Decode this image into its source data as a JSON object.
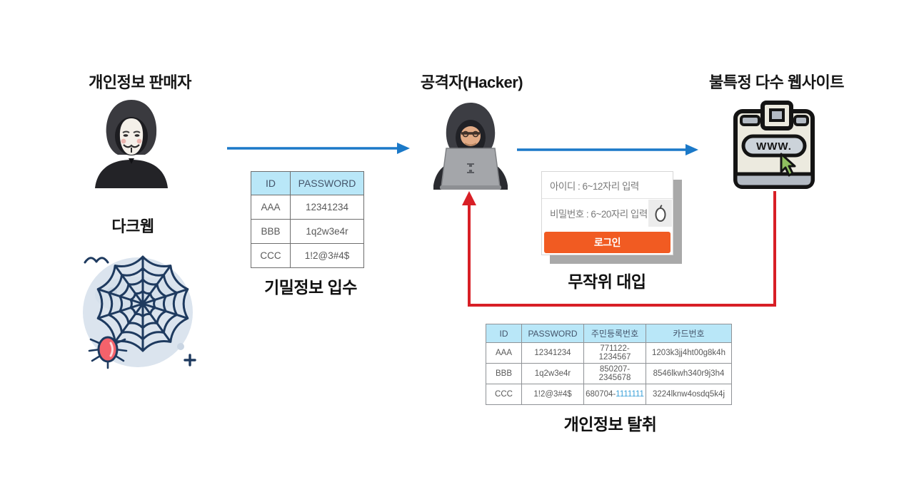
{
  "titles": {
    "seller": "개인정보 판매자",
    "darkweb": "다크웹",
    "attacker": "공격자(Hacker)",
    "websites": "불특정 다수 웹사이트"
  },
  "captions": {
    "credentials": "기밀정보 입수",
    "bruteforce": "무작위 대입",
    "stolen": "개인정보 탈취"
  },
  "www_label": "WWW.",
  "credentials_table": {
    "headers": [
      "ID",
      "PASSWORD"
    ],
    "rows": [
      [
        "AAA",
        "12341234"
      ],
      [
        "BBB",
        "1q2w3e4r"
      ],
      [
        "CCC",
        "1!2@3#4$"
      ]
    ]
  },
  "login_form": {
    "id_placeholder": "아이디 : 6~12자리 입력",
    "password_placeholder": "비밀번호 : 6~20자리 입력",
    "login_label": "로그인"
  },
  "stolen_table": {
    "headers": [
      "ID",
      "PASSWORD",
      "주민등록번호",
      "카드번호"
    ],
    "rows": [
      {
        "id": "AAA",
        "password": "12341234",
        "jumin": "771122-1234567",
        "jumin_blue": "",
        "card": "1203k3jj4ht00g8k4h"
      },
      {
        "id": "BBB",
        "password": "1q2w3e4r",
        "jumin": "850207-2345678",
        "jumin_blue": "",
        "card": "8546lkwh340r9j3h4"
      },
      {
        "id": "CCC",
        "password": "1!2@3#4$",
        "jumin": "680704-",
        "jumin_blue": "1111111",
        "card": "3224lknw4osdq5k4j"
      }
    ]
  },
  "icons": {
    "seller": "anonymous-hacker-icon",
    "darkweb": "spider-web-icon",
    "attacker": "hacker-laptop-icon",
    "websites": "www-browser-icon",
    "password_adornment": "mouse-icon"
  },
  "colors": {
    "arrow_blue": "#1b79c8",
    "arrow_red": "#d81f26",
    "table_header_bg": "#b9e7f8",
    "table_header_text": "#44546a",
    "cell_text": "#595959",
    "link_blue": "#3aa0d8",
    "button_orange": "#f15b22",
    "shadow_gray": "#a9a9a9"
  }
}
